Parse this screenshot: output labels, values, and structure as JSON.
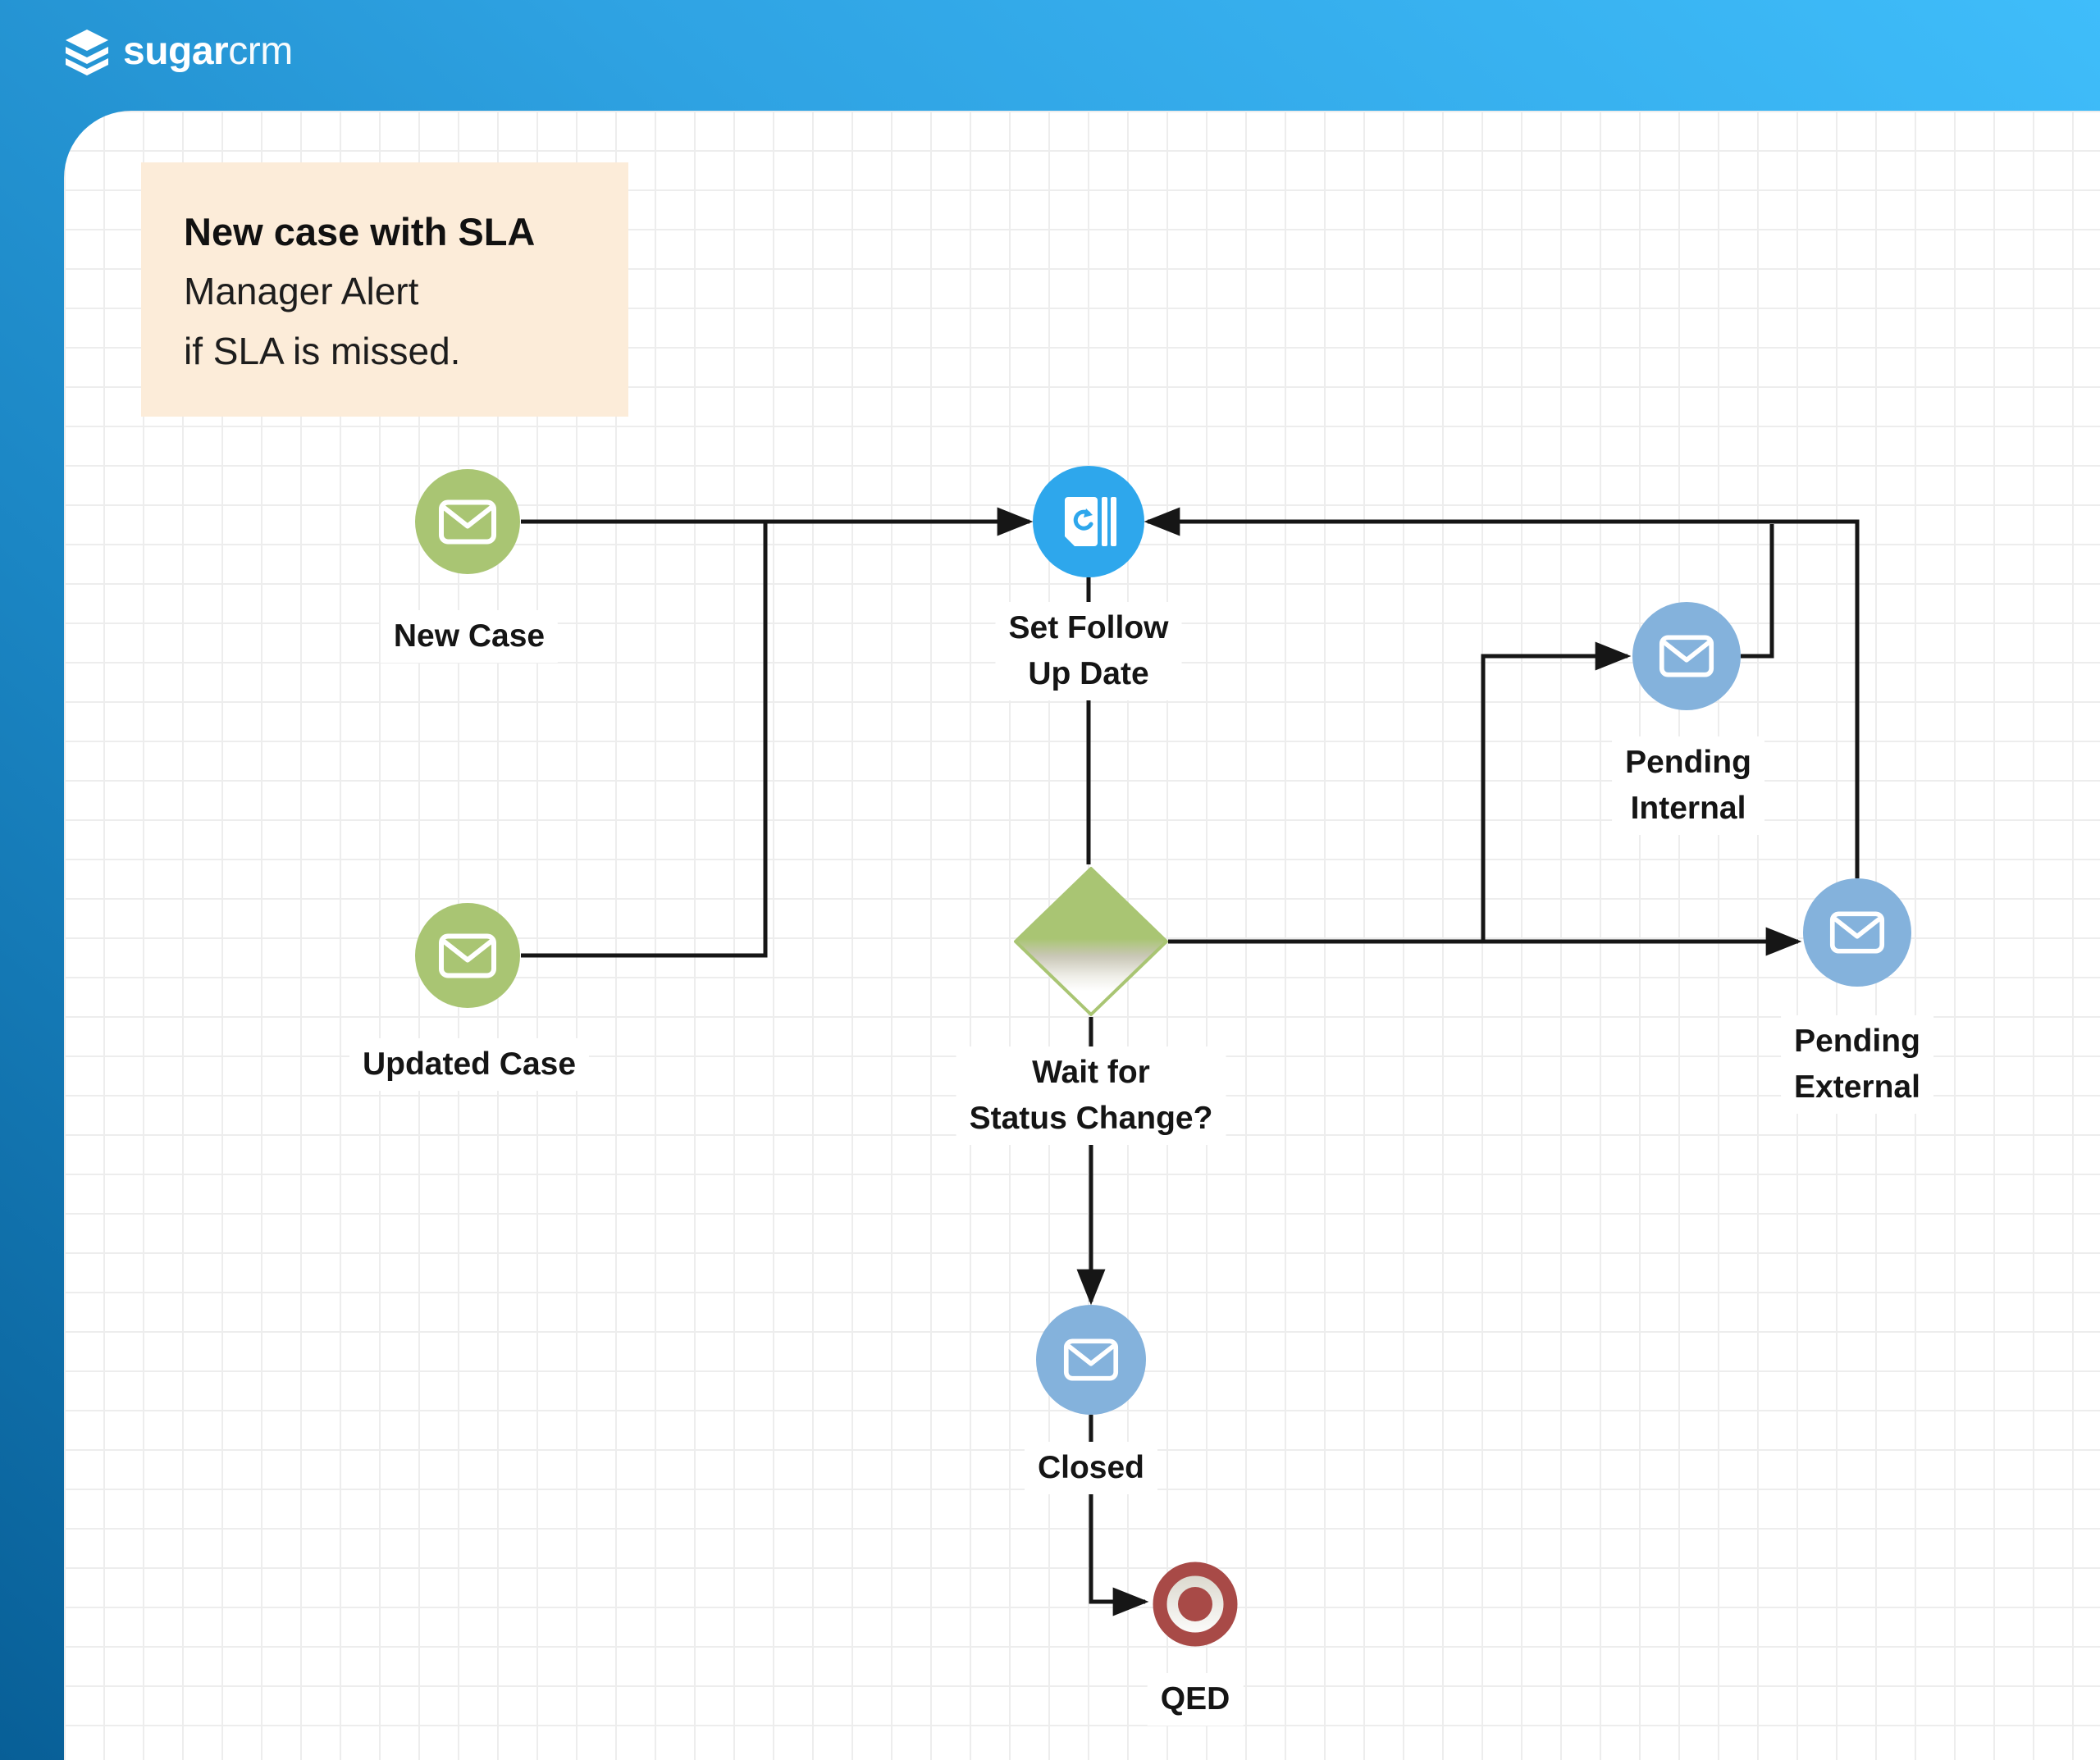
{
  "brand": {
    "bold": "sugar",
    "light": "crm"
  },
  "note": {
    "title": "New case with SLA",
    "lines": [
      "Manager Alert",
      "if SLA is missed."
    ]
  },
  "diagram": {
    "nodes": {
      "new_case": {
        "label": "New Case",
        "kind": "start event",
        "icon": "envelope"
      },
      "updated_case": {
        "label": "Updated Case",
        "kind": "start event",
        "icon": "envelope"
      },
      "set_follow_up_date": {
        "label": "Set Follow\nUp Date",
        "kind": "action",
        "icon": "change-field"
      },
      "wait_for_status_change": {
        "label": "Wait for\nStatus Change?",
        "kind": "gateway"
      },
      "pending_internal": {
        "label": "Pending\nInternal",
        "kind": "message event",
        "icon": "envelope"
      },
      "pending_external": {
        "label": "Pending\nExternal",
        "kind": "message event",
        "icon": "envelope"
      },
      "closed": {
        "label": "Closed",
        "kind": "message event",
        "icon": "envelope"
      },
      "qed": {
        "label": "QED",
        "kind": "end event",
        "icon": "target"
      }
    }
  },
  "colors": {
    "green": "#a9c573",
    "bright_blue": "#2ea7ec",
    "light_blue": "#84b2dc",
    "line_color": "#161616",
    "note_bg": "#fcecd9",
    "end_red": "#a84a47",
    "canvas_bg": "#ffffff",
    "grid_line": "#ededed"
  }
}
